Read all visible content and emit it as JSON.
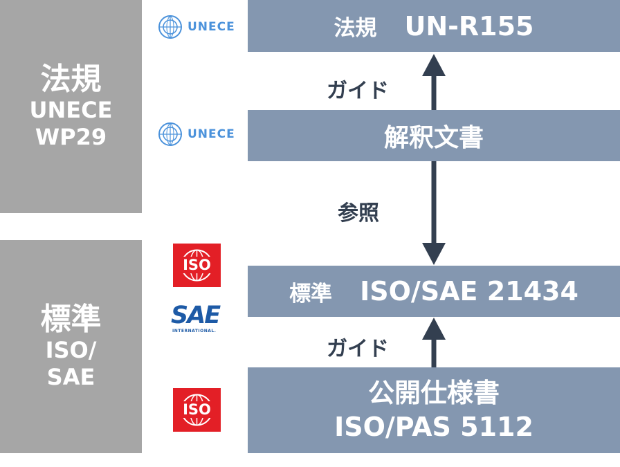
{
  "left_panels": {
    "law": {
      "main": "法規",
      "sub": "UNECE\nWP29"
    },
    "standard": {
      "main": "標準",
      "sub": "ISO/\nSAE"
    }
  },
  "boxes": {
    "law": {
      "prefix": "法規",
      "name": "UN-R155"
    },
    "interpretation": {
      "label": "解釈文書"
    },
    "standard": {
      "prefix": "標準",
      "name": "ISO/SAE 21434"
    },
    "spec": {
      "line1": "公開仕様書",
      "line2": "ISO/PAS 5112"
    }
  },
  "connectors": {
    "guide_top": "ガイド",
    "reference": "参照",
    "guide_bottom": "ガイド"
  },
  "logos": {
    "unece": "UNECE",
    "iso": "ISO",
    "sae": "SAE",
    "sae_sub": "INTERNATIONAL."
  },
  "colors": {
    "side_panel": "#a6a6a6",
    "box": "#8497b0",
    "arrow": "#333f50",
    "iso_red": "#e31f26",
    "sae_blue": "#1d5aa6",
    "unece_blue": "#4b92db"
  }
}
